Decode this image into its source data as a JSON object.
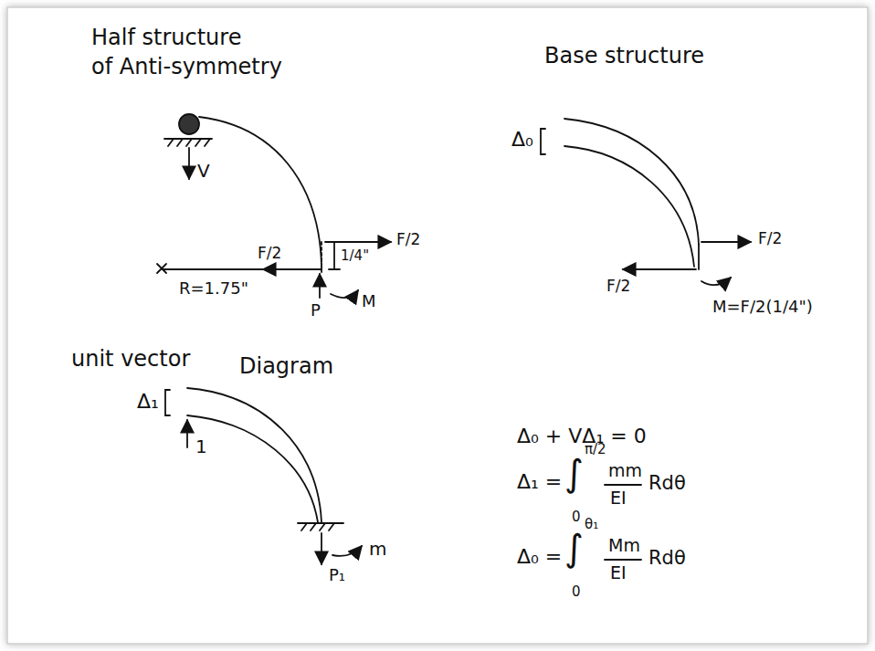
{
  "diagram": {
    "labels": [
      "Half structure",
      "of Anti-symmetry",
      "V",
      "F/2",
      "1/4\"",
      "F/2",
      "R=1.75\"",
      "P",
      "M",
      "Base structure",
      "Δ₀",
      "F/2",
      "F/2",
      "M=F/2(1/4\")",
      "unit vector",
      "Diagram",
      "Δ₁",
      "1",
      "P₁",
      "m",
      "Δ₀ + VΔ₁ = 0",
      "Δ₁ =",
      "∫",
      "π/2",
      "0",
      "mm",
      "EI",
      "Rdθ",
      "Δ₀ =",
      "∫",
      "θ₁",
      "0",
      "Mm",
      "EI",
      "Rdθ"
    ]
  }
}
